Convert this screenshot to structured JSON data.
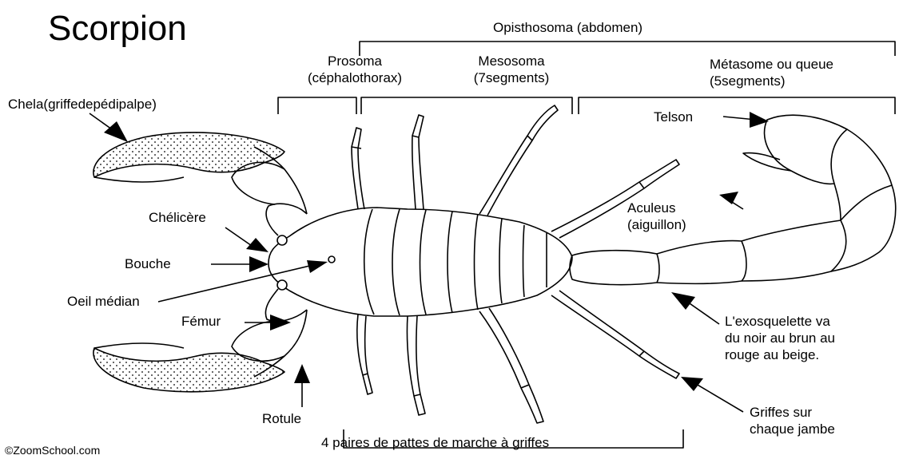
{
  "title": "Scorpion",
  "sections": {
    "opisthosoma": "Opisthosoma (abdomen)",
    "prosoma_line1": "Prosoma",
    "prosoma_line2": "(céphalothorax)",
    "mesosoma_line1": "Mesosoma",
    "mesosoma_line2": "(7segments)",
    "metasome_line1": "Métasome ou queue",
    "metasome_line2": "(5segments)"
  },
  "labels": {
    "chela": "Chela(griffedepédipalpe)",
    "telson": "Telson",
    "chelicere": "Chélicère",
    "aculeus_line1": "Aculeus",
    "aculeus_line2": "(aiguillon)",
    "bouche": "Bouche",
    "oeil": "Oeil médian",
    "femur": "Fémur",
    "exo_line1": "L'exosquelette va",
    "exo_line2": "du noir au brun au",
    "exo_line3": "rouge au beige.",
    "rotule": "Rotule",
    "griffes_line1": "Griffes sur",
    "griffes_line2": "chaque jambe",
    "legs": "4 paires de pattes de marche à griffes",
    "copyright": "©ZoomSchool.com"
  }
}
